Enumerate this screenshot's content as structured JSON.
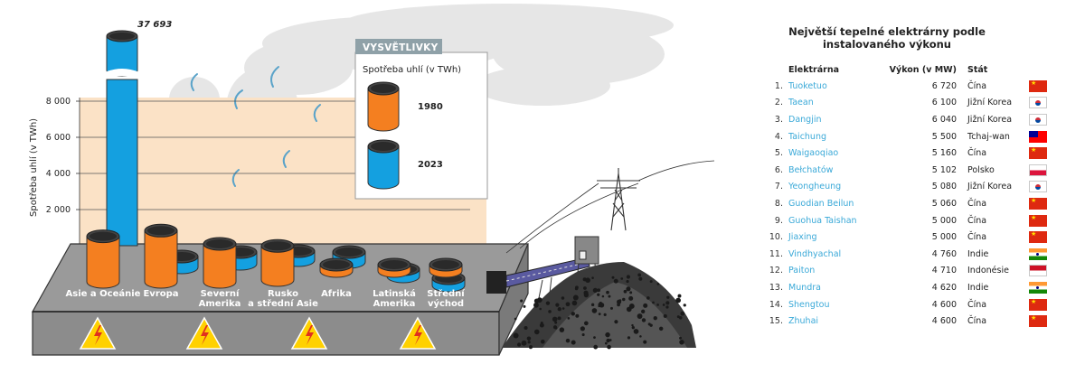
{
  "chart_data": [
    {
      "type": "bar",
      "ylabel": "Spotřeba uhlí (v TWh)",
      "ylim": [
        0,
        8500
      ],
      "yticks": [
        "2 000",
        "4 000",
        "6 000",
        "8 000"
      ],
      "ytick_values": [
        2000,
        4000,
        6000,
        8000
      ],
      "categories": [
        "Asie a Oceánie",
        "Evropa",
        "Severní Amerika",
        "Rusko a střední Asie",
        "Afrika",
        "Latinská Amerika",
        "Střední východ"
      ],
      "category_lines": [
        [
          "Asie a Oceánie"
        ],
        [
          "Evropa"
        ],
        [
          "Severní",
          "Amerika"
        ],
        [
          "Rusko",
          "a střední Asie"
        ],
        [
          "Afrika"
        ],
        [
          "Latinská",
          "Amerika"
        ],
        [
          "Střední",
          "východ"
        ]
      ],
      "series": [
        {
          "name": "1980",
          "color": "#f47f20",
          "values": [
            2400,
            2700,
            2000,
            1800,
            250,
            80,
            30
          ]
        },
        {
          "name": "2023",
          "color": "#14a0e0",
          "values": [
            37693,
            600,
            650,
            500,
            550,
            350,
            250
          ]
        }
      ],
      "annotations": [
        {
          "text": "37 693"
        }
      ],
      "legend": {
        "title": "VYSVĚTLIVKY",
        "subtitle": "Spotřeba uhlí (v TWh)",
        "placement": "top-center",
        "items": [
          "1980",
          "2023"
        ]
      },
      "grid": true,
      "colors": {
        "bg_band": "#fbe2c6",
        "platform": "#9a9a9a",
        "warning": "#ffd100"
      }
    },
    {
      "type": "table",
      "title": "Největší tepelné elektrárny podle instalovaného výkonu",
      "columns": [
        "Elektrárna",
        "Výkon (v MW)",
        "Stát"
      ],
      "rows": [
        {
          "rank": "1.",
          "name": "Tuoketuo",
          "capacity": "6 720",
          "country": "Čína",
          "flag": "cn-flag-icon"
        },
        {
          "rank": "2.",
          "name": "Taean",
          "capacity": "6 100",
          "country": "Jižní Korea",
          "flag": "kr-flag-icon"
        },
        {
          "rank": "3.",
          "name": "Dangjin",
          "capacity": "6 040",
          "country": "Jižní Korea",
          "flag": "kr-flag-icon"
        },
        {
          "rank": "4.",
          "name": "Taichung",
          "capacity": "5 500",
          "country": "Tchaj-wan",
          "flag": "tw-flag-icon"
        },
        {
          "rank": "5.",
          "name": "Waigaoqiao",
          "capacity": "5 160",
          "country": "Čína",
          "flag": "cn-flag-icon"
        },
        {
          "rank": "6.",
          "name": "Bełchatów",
          "capacity": "5 102",
          "country": "Polsko",
          "flag": "pl-flag-icon"
        },
        {
          "rank": "7.",
          "name": "Yeongheung",
          "capacity": "5 080",
          "country": "Jižní Korea",
          "flag": "kr-flag-icon"
        },
        {
          "rank": "8.",
          "name": "Guodian Beilun",
          "capacity": "5 060",
          "country": "Čína",
          "flag": "cn-flag-icon"
        },
        {
          "rank": "9.",
          "name": "Guohua Taishan",
          "capacity": "5 000",
          "country": "Čína",
          "flag": "cn-flag-icon"
        },
        {
          "rank": "10.",
          "name": "Jiaxing",
          "capacity": "5 000",
          "country": "Čína",
          "flag": "cn-flag-icon"
        },
        {
          "rank": "11.",
          "name": "Vindhyachal",
          "capacity": "4 760",
          "country": "Indie",
          "flag": "in-flag-icon"
        },
        {
          "rank": "12.",
          "name": "Paiton",
          "capacity": "4 710",
          "country": "Indonésie",
          "flag": "id-flag-icon"
        },
        {
          "rank": "13.",
          "name": "Mundra",
          "capacity": "4 620",
          "country": "Indie",
          "flag": "in-flag-icon"
        },
        {
          "rank": "14.",
          "name": "Shengtou",
          "capacity": "4 600",
          "country": "Čína",
          "flag": "cn-flag-icon"
        },
        {
          "rank": "15.",
          "name": "Zhuhai",
          "capacity": "4 600",
          "country": "Čína",
          "flag": "cn-flag-icon"
        }
      ]
    }
  ],
  "illustration": {
    "icons": [
      "warning-icon",
      "smoke-plume",
      "power-pylon",
      "coal-pile",
      "conveyor-belt"
    ]
  }
}
